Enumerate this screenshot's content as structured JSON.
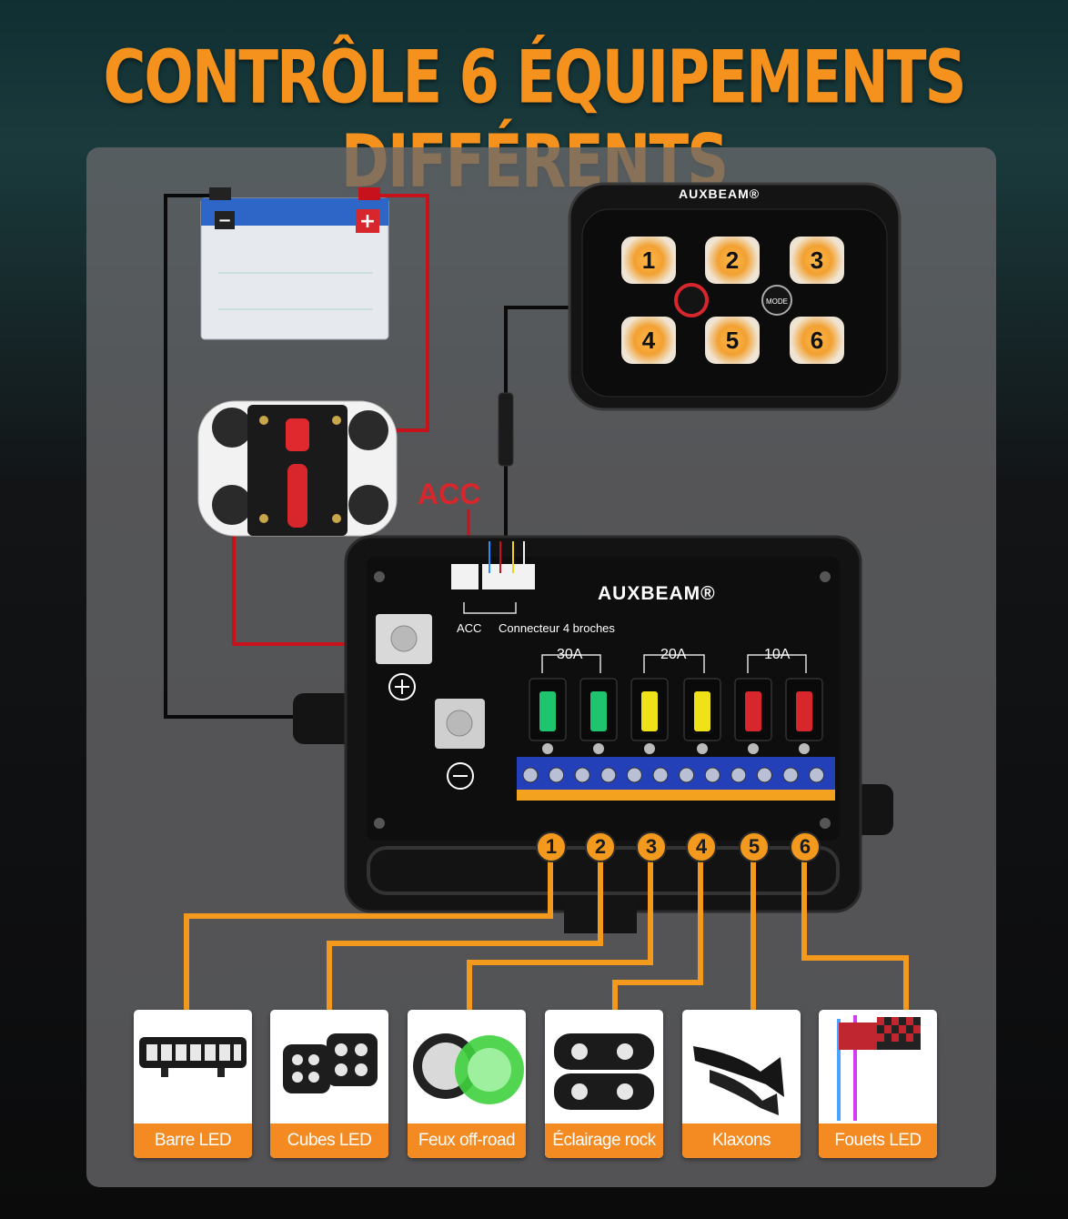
{
  "title": "CONTRÔLE 6 ÉQUIPEMENTS DIFFÉRENTS",
  "switch_panel": {
    "brand": "AUXBEAM®",
    "keys": [
      "1",
      "2",
      "3",
      "4",
      "5",
      "6"
    ],
    "mode_label": "MODE"
  },
  "control_box": {
    "brand": "AUXBEAM®",
    "acc_callout": "ACC",
    "acc_label": "ACC",
    "connector_label": "Connecteur 4 broches",
    "fuse_groups": [
      "30A",
      "20A",
      "10A"
    ],
    "fuse_colors": [
      "#1fc46e",
      "#1fc46e",
      "#f0e219",
      "#f0e219",
      "#d8262d",
      "#d8262d"
    ],
    "outputs": [
      "1",
      "2",
      "3",
      "4",
      "5",
      "6"
    ]
  },
  "battery": {
    "minus": "−",
    "plus": "+"
  },
  "devices": [
    {
      "label": "Barre LED",
      "icon": "led-bar-icon"
    },
    {
      "label": "Cubes LED",
      "icon": "led-cubes-icon"
    },
    {
      "label": "Feux off-road",
      "icon": "offroad-lights-icon"
    },
    {
      "label": "Éclairage rock",
      "icon": "rock-lights-icon"
    },
    {
      "label": "Klaxons",
      "icon": "horns-icon"
    },
    {
      "label": "Fouets LED",
      "icon": "led-whips-icon"
    }
  ],
  "colors": {
    "accent": "#f5921e",
    "wire_red": "#c8121b",
    "wire_black": "#0a0a0a",
    "panel": "#68686a"
  }
}
